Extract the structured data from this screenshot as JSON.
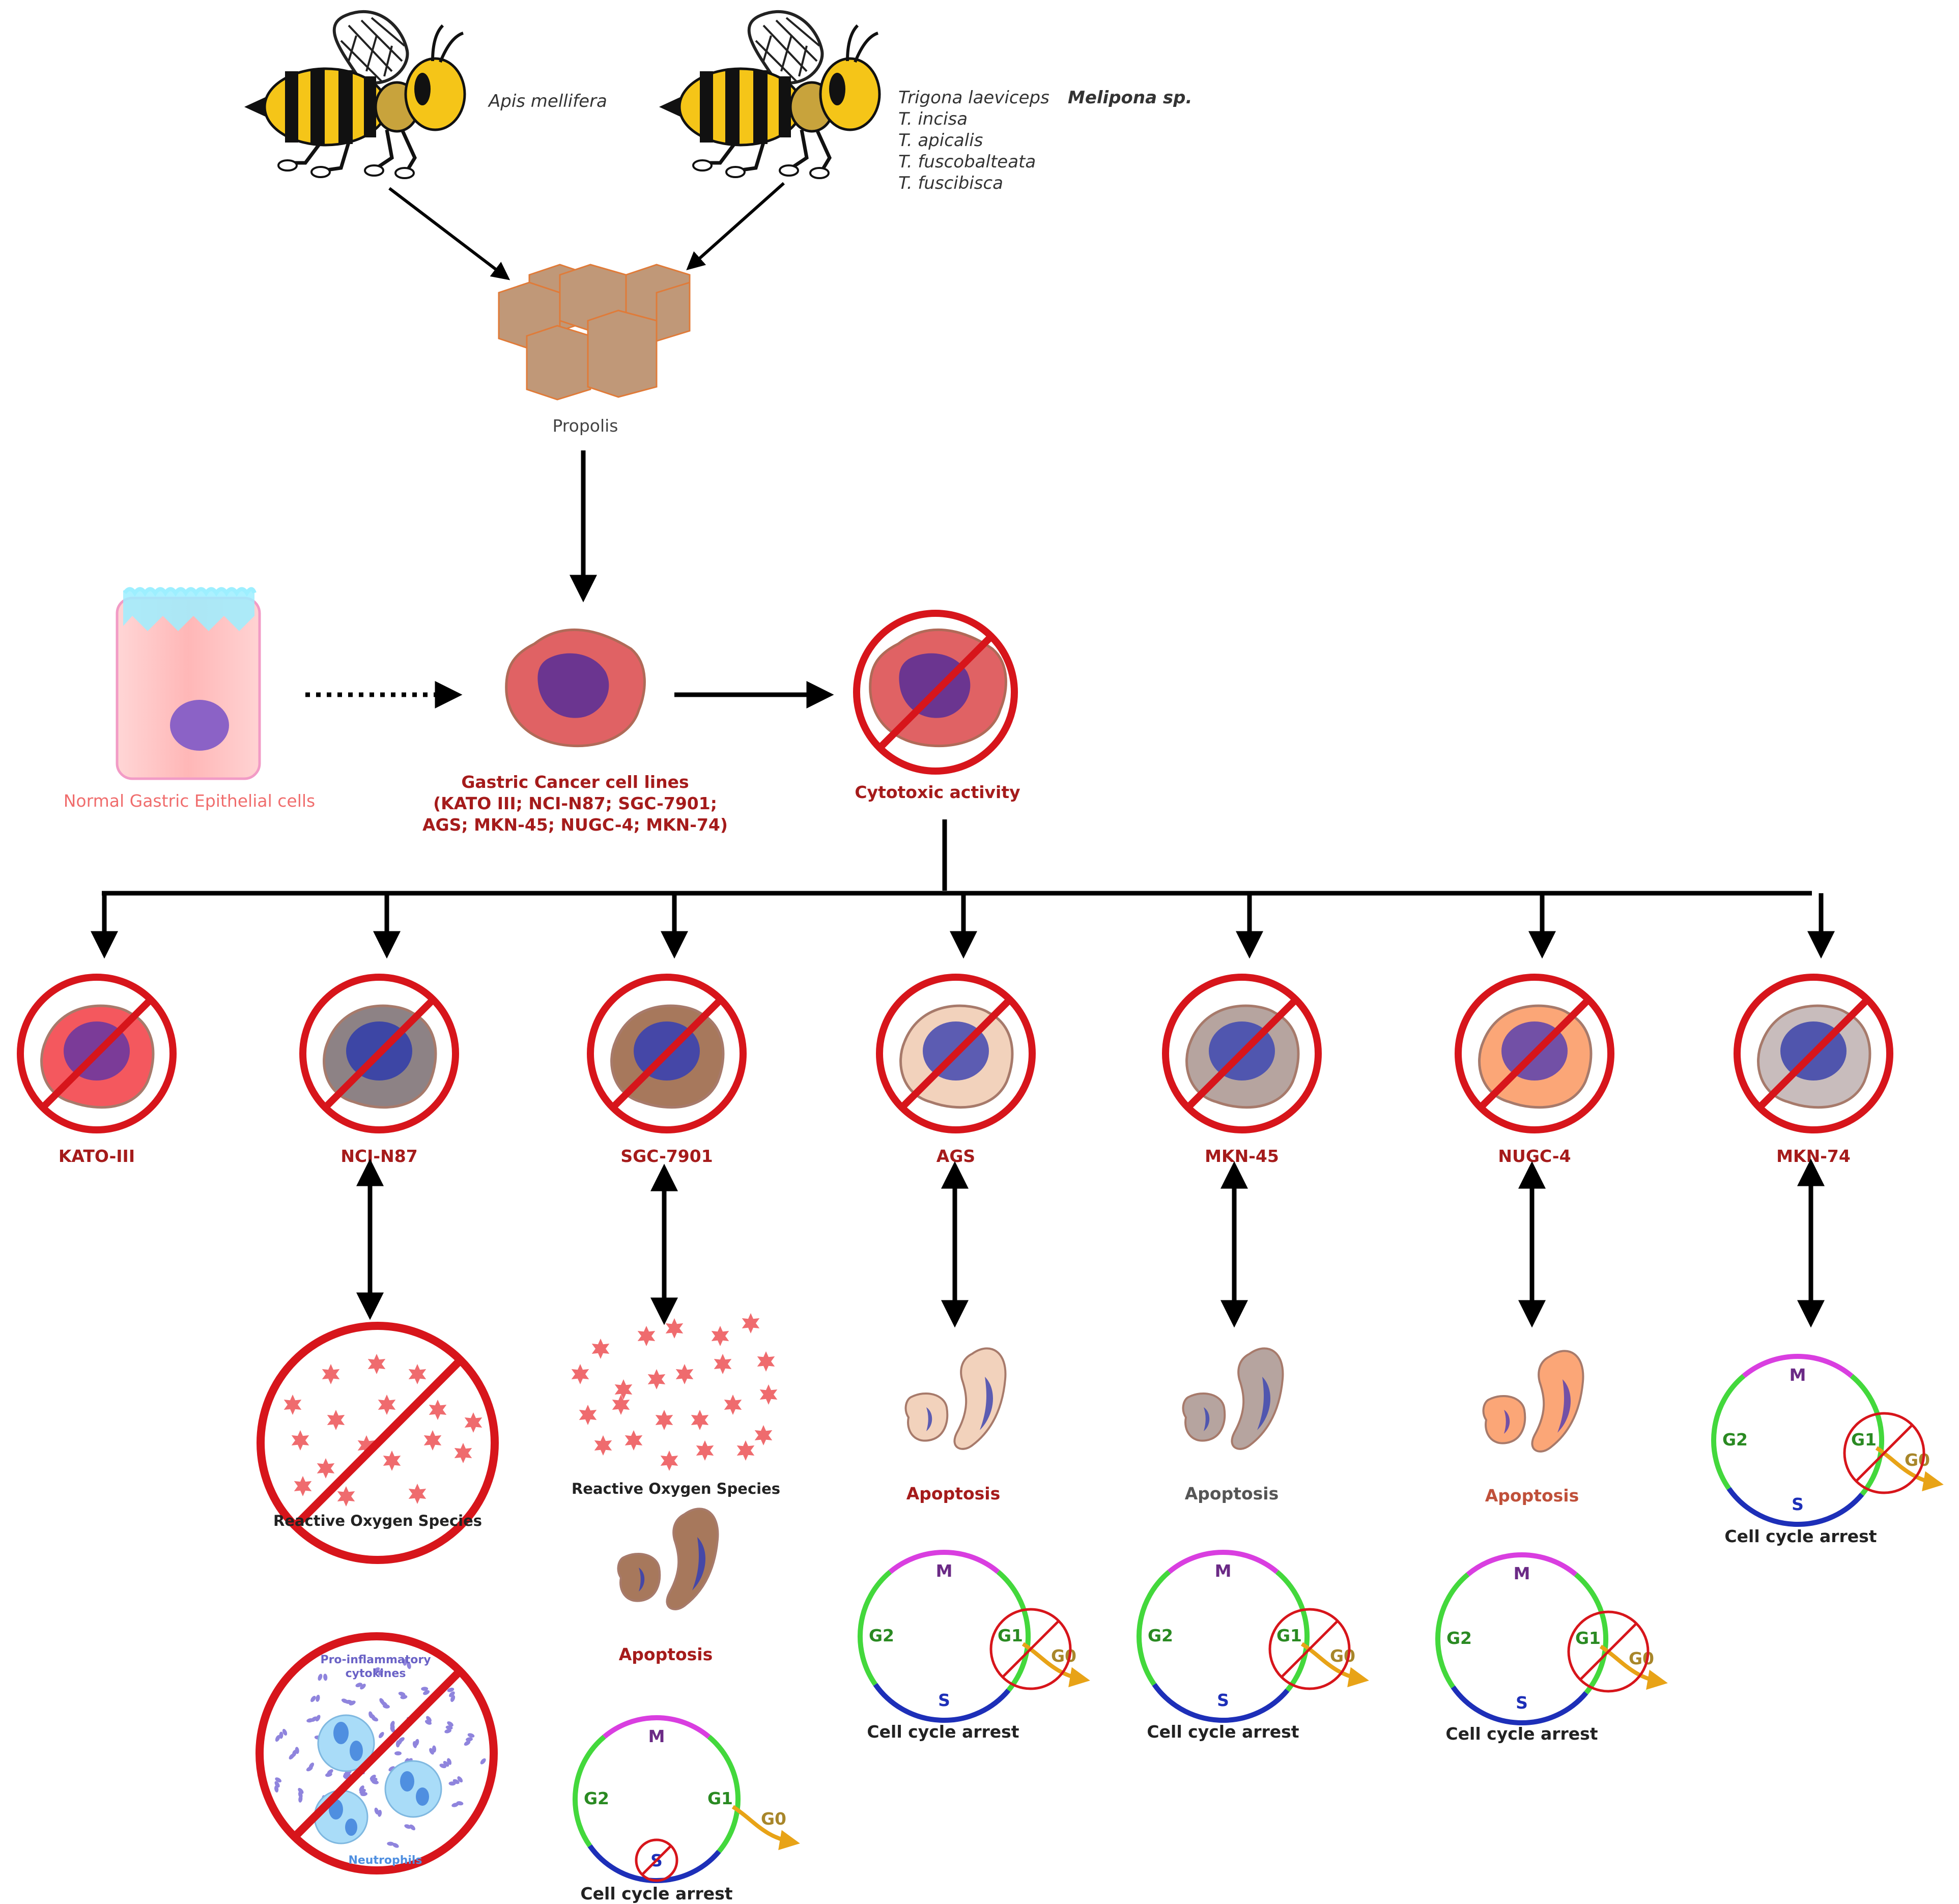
{
  "species": {
    "apis": "Apis mellifera",
    "trigona": [
      "Trigona laeviceps",
      "T. incisa",
      "T. apicalis",
      "T. fuscobalteata",
      "T. fuscibisca"
    ],
    "melipona": "Melipona sp."
  },
  "propolis_label": "Propolis",
  "normal_cells_label": "Normal Gastric Epithelial cells",
  "gastric_cancer": {
    "title": "Gastric Cancer cell lines",
    "line1": "(KATO III; NCI-N87; SGC-7901;",
    "line2": "AGS; MKN-45; NUGC-4; MKN-74)"
  },
  "cytotoxic_label": "Cytotoxic activity",
  "cell_lines": [
    {
      "label": "KATO-III",
      "body": "#f4585e",
      "nucleus": "#7b3b98"
    },
    {
      "label": "NCI-N87",
      "body": "#8d8285",
      "nucleus": "#3d46a5"
    },
    {
      "label": "SGC-7901",
      "body": "#a7785c",
      "nucleus": "#4547a7"
    },
    {
      "label": "AGS",
      "body": "#f2d2bc",
      "nucleus": "#5c5cb2"
    },
    {
      "label": "MKN-45",
      "body": "#b6a49f",
      "nucleus": "#5056af"
    },
    {
      "label": "NUGC-4",
      "body": "#fba677",
      "nucleus": "#7250a6"
    },
    {
      "label": "MKN-74",
      "body": "#c8bcbc",
      "nucleus": "#5055ad"
    }
  ],
  "effects": {
    "ros": "Reactive Oxygen Species",
    "apoptosis": "Apoptosis",
    "cell_cycle_arrest": "Cell cycle arrest",
    "pro_inflammatory": [
      "Pro-inflammatory",
      "cytokines"
    ],
    "neutrophils": "Neutrophils"
  },
  "phases": {
    "m": "M",
    "g1": "G1",
    "g2": "G2",
    "s": "S",
    "g0": "G0"
  },
  "colors": {
    "prohibit_red": "#d7151b",
    "label_red": "#a51b1b",
    "propolis": "#c09878",
    "phase_m": "#d93ee0",
    "phase_g": "#43d83c",
    "phase_s": "#1d2fb8",
    "g0_arrow": "#e8a317"
  }
}
